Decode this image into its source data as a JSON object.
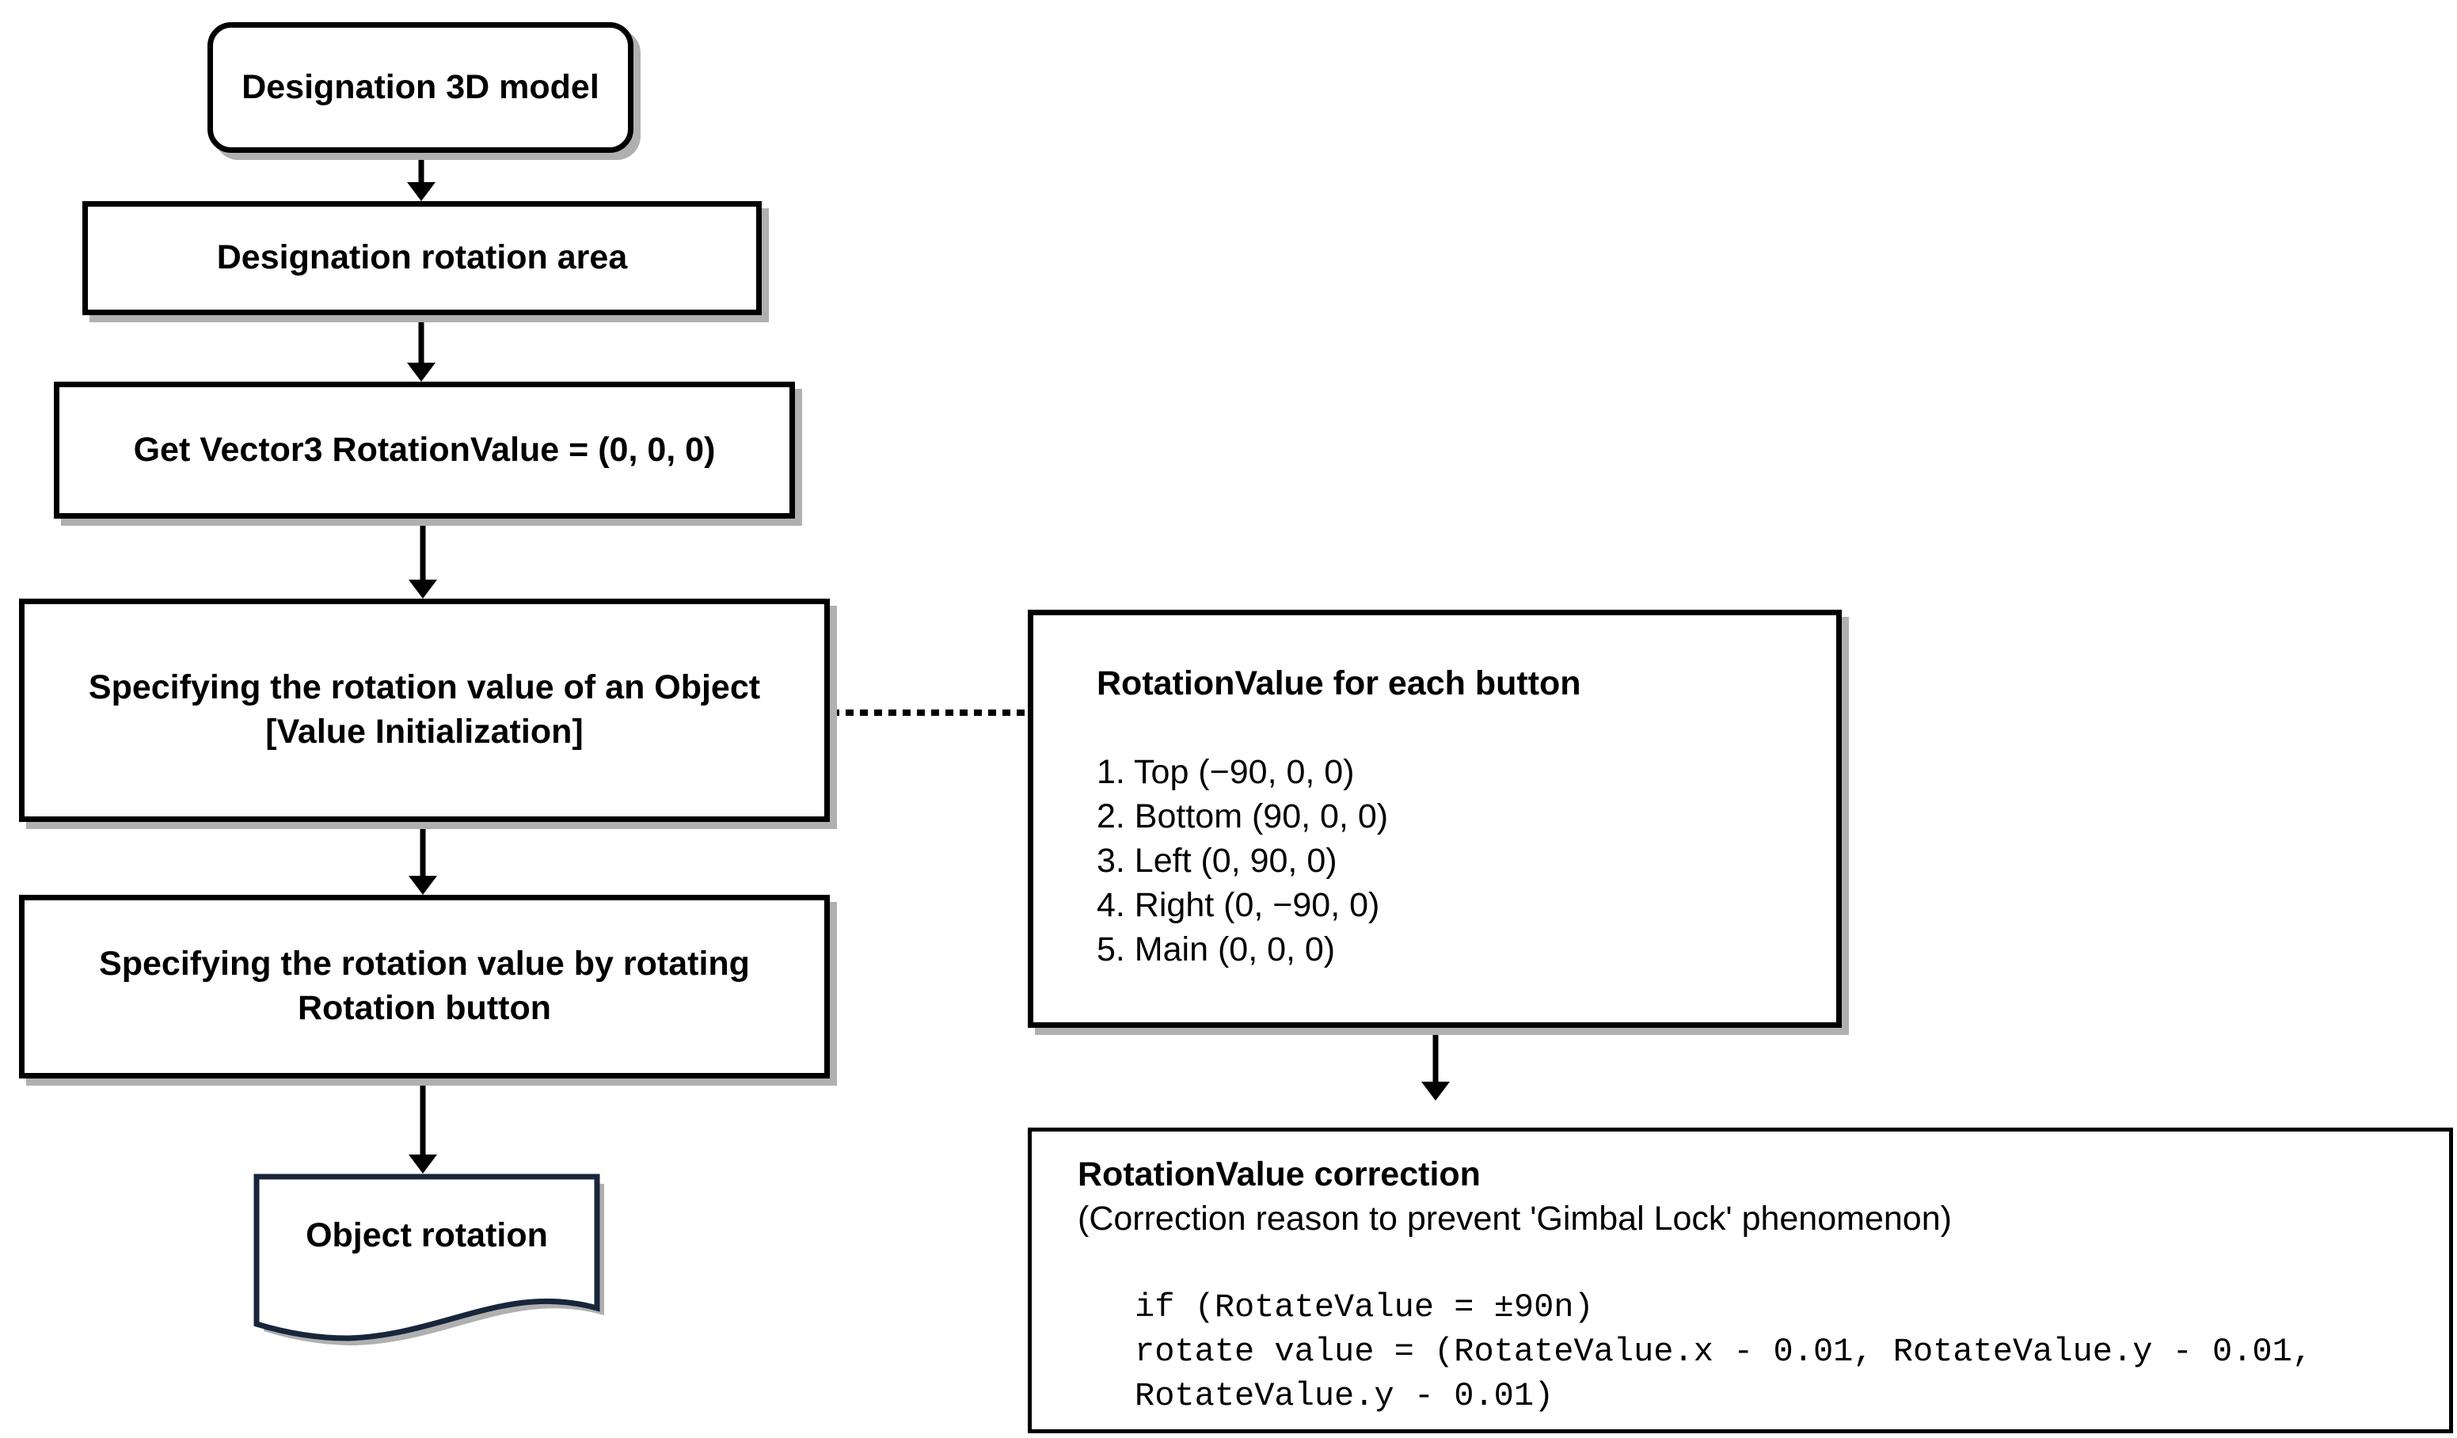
{
  "nodes": {
    "designation_model": "Designation 3D model",
    "designation_area": "Designation rotation area",
    "get_vector": "Get Vector3 RotationValue = (0, 0, 0)",
    "specifying_object_line1": "Specifying the rotation value of an Object",
    "specifying_object_line2": "[Value Initialization]",
    "specifying_button_line1": "Specifying the rotation value by rotating",
    "specifying_button_line2": "Rotation button",
    "object_rotation": "Object rotation"
  },
  "button_values": {
    "title": "RotationValue for each button",
    "items": [
      "1. Top (−90, 0, 0)",
      "2. Bottom (90, 0, 0)",
      "3. Left (0, 90, 0)",
      "4. Right (0, −90, 0)",
      "5. Main (0, 0, 0)"
    ]
  },
  "correction": {
    "title": "RotationValue correction",
    "reason": "(Correction reason to prevent 'Gimbal  Lock' phenomenon)",
    "code": [
      "if (RotateValue = ±90n)",
      "rotate value = (RotateValue.x - 0.01, RotateValue.y - 0.01,",
      "RotateValue.y - 0.01)"
    ]
  }
}
